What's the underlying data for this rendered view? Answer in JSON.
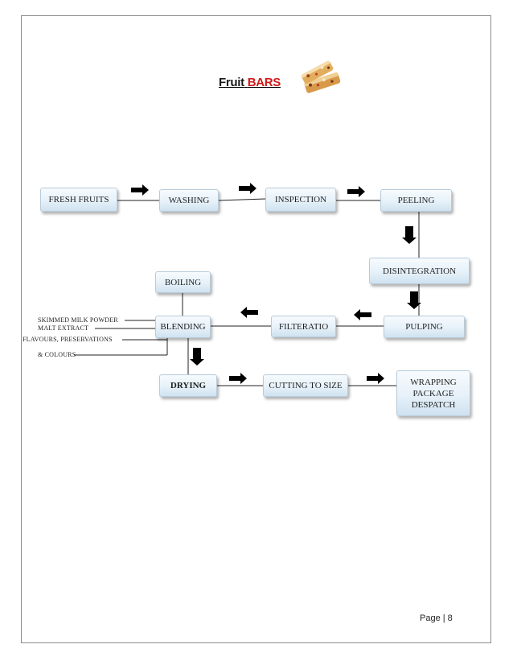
{
  "title": {
    "fruit": "Fruit",
    "bars": "BARS"
  },
  "steps": {
    "fresh_fruits": "FRESH FRUITS",
    "washing": "WASHING",
    "inspection": "INSPECTION",
    "peeling": "PEELING",
    "disintegration": "DISINTEGRATION",
    "boiling": "BOILING",
    "blending": "BLENDING",
    "filteratio": "FILTERATIO",
    "pulping": "PULPING",
    "drying": "DRYING",
    "cutting": "CUTTING TO SIZE",
    "wrapping": [
      "WRAPPING",
      "PACKAGE",
      "DESPATCH"
    ]
  },
  "notes": {
    "skimmed_milk": "SKIMMED MILK POWDER",
    "malt_extract": "MALT EXTRACT",
    "flavours": "FLAVOURS, PRESERVATIONS",
    "colours": "& COLOURS"
  },
  "footer": {
    "page_label": "Page | 8"
  },
  "colors": {
    "box_fill": "#e6f1f9",
    "box_border": "#b9cbd8",
    "title_accent": "#d01818"
  }
}
